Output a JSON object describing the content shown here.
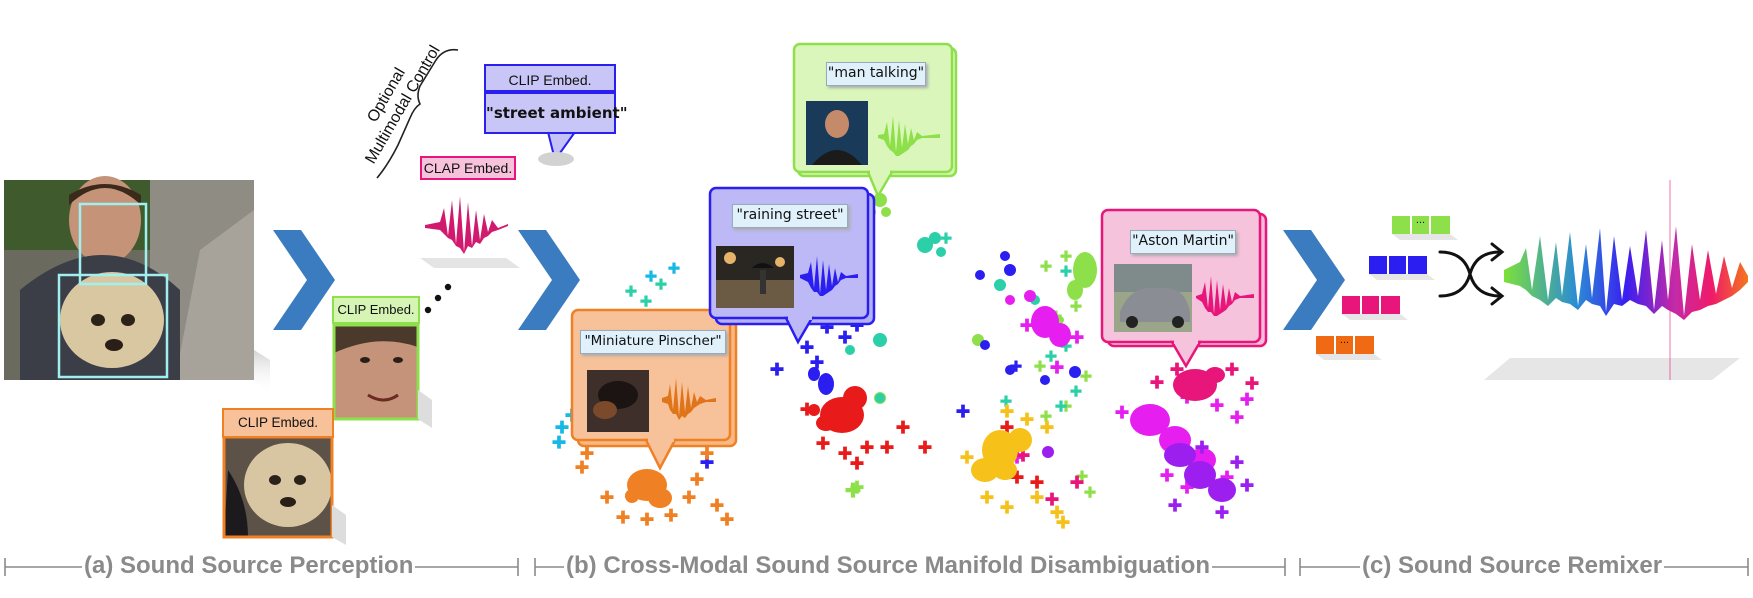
{
  "colors": {
    "chevron": "#3b7bbf",
    "orange": "#f08024",
    "green": "#8ee04a",
    "pink": "#e8157a",
    "blue": "#2a1ef0",
    "cyan": "#9ff0ee",
    "section_text": "#8a8a8a"
  },
  "perception": {
    "control_label_line1": "Optional",
    "control_label_line2": "Multimodal Control",
    "clip_text_tag": "CLIP Embed.",
    "clip_text_query": "\"street ambient\"",
    "clap_tag": "CLAP Embed.",
    "clip_face_tag": "CLIP Embed.",
    "clip_dog_tag": "CLIP Embed."
  },
  "manifold": {
    "clusters": [
      {
        "caption": "\"man talking\"",
        "icon": "man-talking-thumbnail"
      },
      {
        "caption": "\"raining street\"",
        "icon": "rainy-street-thumbnail"
      },
      {
        "caption": "\"Miniature Pinscher\"",
        "icon": "dog-thumbnail"
      },
      {
        "caption": "\"Aston Martin\"",
        "icon": "car-thumbnail"
      }
    ]
  },
  "remixer": {
    "token_ellipsis": "..."
  },
  "sections": {
    "a": "(a) Sound Source Perception",
    "b": "(b) Cross-Modal Sound Source Manifold Disambiguation",
    "c": "(c) Sound Source Remixer"
  }
}
